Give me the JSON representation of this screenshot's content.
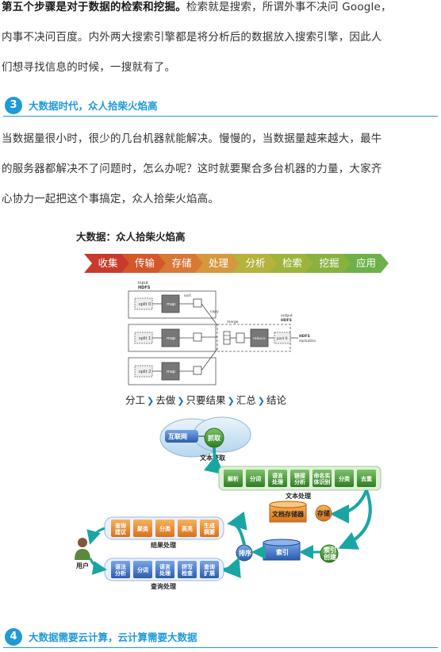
{
  "intro": {
    "bold_text": "第五个步骤是对于数据的检索和挖掘。",
    "line1_rest": "检索就是搜索，所谓外事不决问 Google，",
    "line2": "内事不决问百度。内外两大搜索引擎都是将分析后的数据放入搜索引擎，因此人",
    "line3": "们想寻找信息的时候，一搜就有了。"
  },
  "section3": {
    "number": "3",
    "title": "大数据时代，众人拾柴火焰高"
  },
  "body3": {
    "line1": "当数据量很小时，很少的几台机器就能解决。慢慢的，当数据量越来越大，最牛",
    "line2": "的服务器都解决不了问题时，怎么办呢？这时就要聚合多台机器的力量，大家齐",
    "line3": "心协力一起把这个事搞定，众人拾柴火焰高。"
  },
  "figure": {
    "title": "大数据：众人拾柴火焰高",
    "chevrons": [
      "收集",
      "传输",
      "存储",
      "处理",
      "分析",
      "检索",
      "挖掘",
      "应用"
    ],
    "chevron_colors": [
      "#c83a2b",
      "#d4572c",
      "#d77a36",
      "#d6973f",
      "#b5b23e",
      "#9cb43c",
      "#88b13f",
      "#6fb04a"
    ],
    "mapreduce": {
      "input_label": "input",
      "input_label2": "HDFS",
      "splits": [
        "split 0",
        "split 1",
        "split 2"
      ],
      "map_label": "map",
      "sort_label": "sort",
      "copy_label": "copy",
      "merge_label": "merge",
      "reduce_label": "reduce",
      "part_label": "part 0",
      "output_label": "output",
      "output_label2": "HDFS",
      "hdfs_replication": "HDFS",
      "replication": "replication"
    },
    "flow": {
      "steps": [
        "分工",
        "去做",
        "只要结果",
        "汇总",
        "结论"
      ]
    },
    "pipeline": {
      "internet": "互联网",
      "crawl": "抓取",
      "text_acquire": "文本获取",
      "text_steps": [
        "解析",
        "分词",
        "语言",
        "链接",
        "命名实",
        "分类",
        "去重"
      ],
      "text_steps_2": [
        "",
        "",
        "处理",
        "分析",
        "体识别",
        "",
        ""
      ],
      "text_process": "文本处理",
      "doc_store": "文档存储器",
      "store": "存储",
      "result_steps": [
        "查询",
        "聚类",
        "分类",
        "高亮",
        "生成"
      ],
      "result_steps_2": [
        "建议",
        "",
        "",
        "",
        "摘要"
      ],
      "result_process": "结果处理",
      "sort": "排序",
      "index": "索引",
      "index_build": "索引",
      "index_build_2": "创建",
      "user": "用户",
      "query_steps": [
        "语法",
        "分词",
        "语言",
        "拼写",
        "查询"
      ],
      "query_steps_2": [
        "分析",
        "",
        "处理",
        "检查",
        "扩展"
      ],
      "query_process": "查询处理"
    }
  },
  "section4": {
    "number": "4",
    "title": "大数据需要云计算，云计算需要大数据"
  },
  "colors": {
    "accent": "#1e9ad6",
    "pipeline_green": "#3d8f2e",
    "pipeline_blue": "#3a6fc4",
    "pipeline_orange": "#e8852a"
  }
}
